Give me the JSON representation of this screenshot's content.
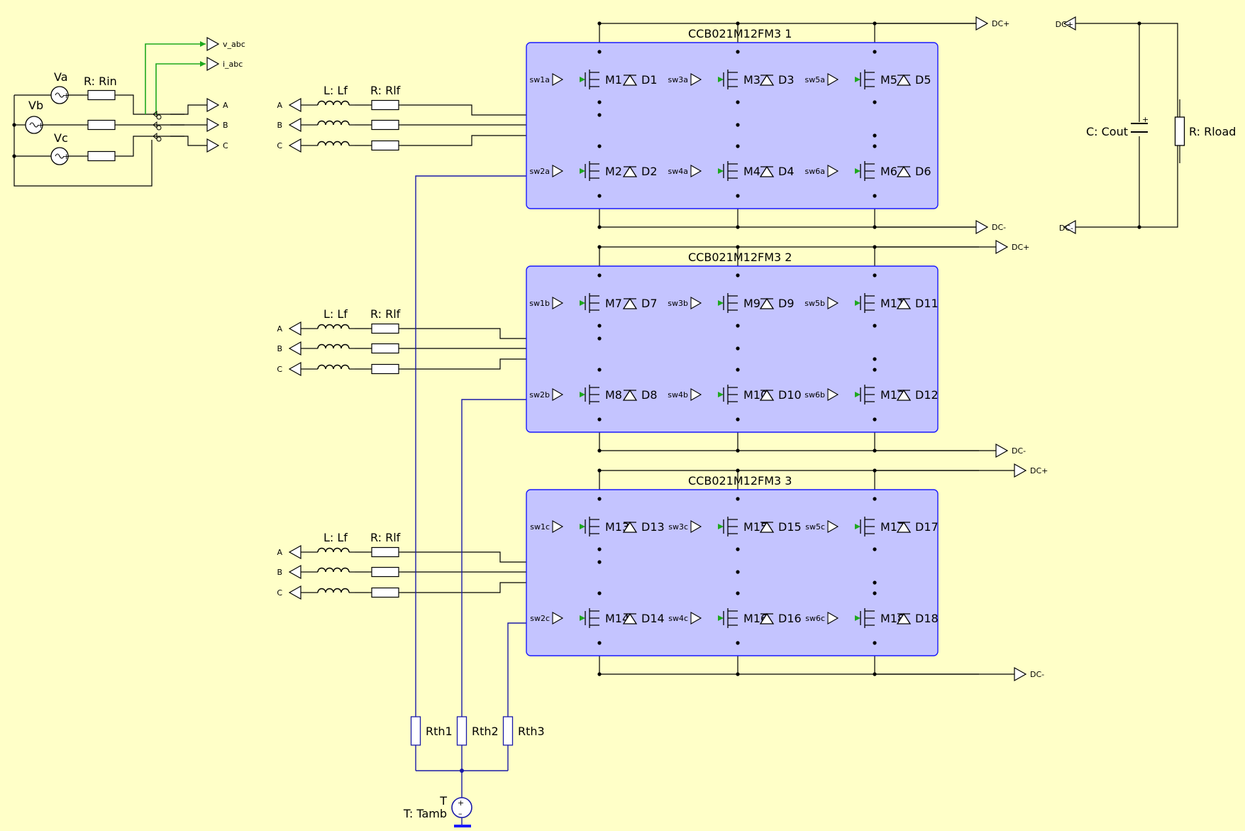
{
  "source": {
    "phases": [
      {
        "label": "Va"
      },
      {
        "label": "Vb"
      },
      {
        "label": "Vc"
      }
    ],
    "rin_label": "R: Rin",
    "meters": [
      {
        "label": "v_abc"
      },
      {
        "label": "i_abc"
      }
    ],
    "outputs": [
      "A",
      "B",
      "C"
    ]
  },
  "filter": {
    "inputs": [
      "A",
      "B",
      "C"
    ],
    "inductor_label": "L: Lf",
    "resistor_label": "R: Rlf"
  },
  "modules": [
    {
      "title": "CCB021M12FM3 1",
      "switches": [
        {
          "gate": "sw1a",
          "mosfet": "M1",
          "diode": "D1"
        },
        {
          "gate": "sw3a",
          "mosfet": "M3",
          "diode": "D3"
        },
        {
          "gate": "sw5a",
          "mosfet": "M5",
          "diode": "D5"
        },
        {
          "gate": "sw2a",
          "mosfet": "M2",
          "diode": "D2"
        },
        {
          "gate": "sw4a",
          "mosfet": "M4",
          "diode": "D4"
        },
        {
          "gate": "sw6a",
          "mosfet": "M6",
          "diode": "D6"
        }
      ],
      "dc_plus": "DC+",
      "dc_minus": "DC-"
    },
    {
      "title": "CCB021M12FM3 2",
      "switches": [
        {
          "gate": "sw1b",
          "mosfet": "M7",
          "diode": "D7"
        },
        {
          "gate": "sw3b",
          "mosfet": "M9",
          "diode": "D9"
        },
        {
          "gate": "sw5b",
          "mosfet": "M11",
          "diode": "D11"
        },
        {
          "gate": "sw2b",
          "mosfet": "M8",
          "diode": "D8"
        },
        {
          "gate": "sw4b",
          "mosfet": "M10",
          "diode": "D10"
        },
        {
          "gate": "sw6b",
          "mosfet": "M12",
          "diode": "D12"
        }
      ],
      "dc_plus": "DC+",
      "dc_minus": "DC-"
    },
    {
      "title": "CCB021M12FM3 3",
      "switches": [
        {
          "gate": "sw1c",
          "mosfet": "M13",
          "diode": "D13"
        },
        {
          "gate": "sw3c",
          "mosfet": "M15",
          "diode": "D15"
        },
        {
          "gate": "sw5c",
          "mosfet": "M17",
          "diode": "D17"
        },
        {
          "gate": "sw2c",
          "mosfet": "M14",
          "diode": "D14"
        },
        {
          "gate": "sw4c",
          "mosfet": "M16",
          "diode": "D16"
        },
        {
          "gate": "sw6c",
          "mosfet": "M18",
          "diode": "D18"
        }
      ],
      "dc_plus": "DC+",
      "dc_minus": "DC-"
    }
  ],
  "load": {
    "dc_plus": "DC+",
    "dc_minus": "DC-",
    "capacitor_label": "C: Cout",
    "resistor_label": "R: Rload"
  },
  "thermal": {
    "resistors": [
      "Rth1",
      "Rth2",
      "Rth3"
    ],
    "source_name": "T",
    "source_label": "T: Tamb"
  },
  "colors": {
    "background": "#ffffc8",
    "module_fill": "#c4c4ff",
    "module_border": "#1a1aff",
    "gate_wire": "#1ea81e",
    "thermal_wire": "#1a1aa8",
    "ground": "#1a1aff"
  }
}
